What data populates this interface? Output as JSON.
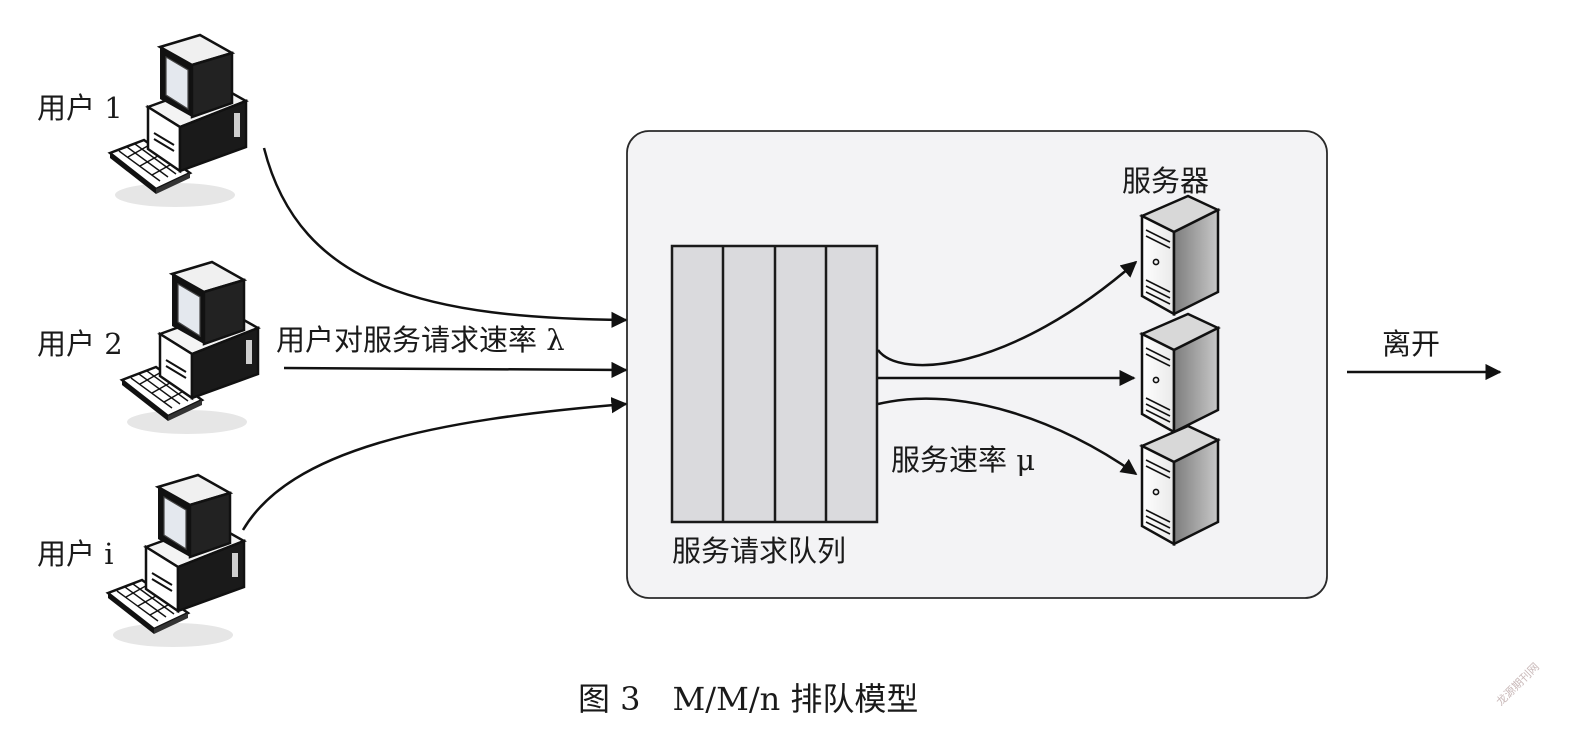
{
  "users": [
    {
      "label": "用户 1"
    },
    {
      "label": "用户 2"
    },
    {
      "label": "用户 i"
    }
  ],
  "arrival_label": "用户对服务请求速率 λ",
  "queue_label": "服务请求队列",
  "servers_label": "服务器",
  "service_label": "服务速率 μ",
  "leave_label": "离开",
  "caption": "图 3　M/M/n 排队模型",
  "watermark": "龙源期刊网",
  "icons": {
    "user": "desktop-computer-icon",
    "server": "server-tower-icon"
  }
}
